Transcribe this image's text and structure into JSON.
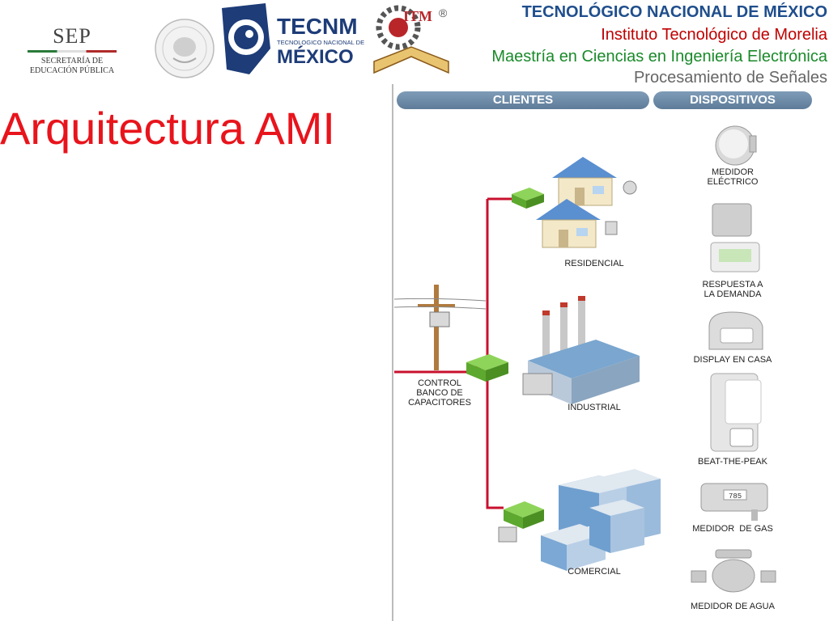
{
  "header": {
    "sep_logo": {
      "name": "SEP",
      "sub_line1": "SECRETARÍA DE",
      "sub_line2": "EDUCACIÓN PÚBLICA"
    },
    "tecnm_logo": {
      "line1": "TECNM",
      "line2": "TECNOLOGICO NACIONAL DE",
      "line3": "MÉXICO"
    },
    "itm_logo": {
      "text": "ITM"
    },
    "registered_mark": "®",
    "line1": "TECNOLÓGICO NACIONAL DE MÉXICO",
    "line2": "Instituto Tecnológico de Morelia",
    "line3": "Maestría en Ciencias en Ingeniería Electrónica",
    "line4": "Procesamiento de Señales",
    "colors": {
      "blue": "#1f4e8c",
      "red": "#c00000",
      "green": "#1a8a2a",
      "gray": "#666666"
    }
  },
  "slide": {
    "title": "Arquitectura AMI",
    "title_color": "#e8141c"
  },
  "diagram": {
    "clientes_label": "CLIENTES",
    "dispositivos_label": "DISPOSITIVOS",
    "clients": {
      "residencial": "RESIDENCIAL",
      "industrial": "INDUSTRIAL",
      "comercial": "COMERCIAL"
    },
    "control": {
      "line1": "CONTROL",
      "line2": "BANCO DE",
      "line3": "CAPACITORES"
    },
    "devices": [
      {
        "line1": "MEDIDOR",
        "line2": "ELÉCTRICO",
        "icon": "electric-meter-icon"
      },
      {
        "line1": "RESPUESTA A",
        "line2": "LA DEMANDA",
        "icon": "thermostat-icon"
      },
      {
        "line1": "DISPLAY EN CASA",
        "line2": "",
        "icon": "home-display-icon"
      },
      {
        "line1": "BEAT-THE-PEAK",
        "line2": "",
        "icon": "outlet-device-icon"
      },
      {
        "line1": "MEDIDOR  DE GAS",
        "line2": "",
        "icon": "gas-meter-icon"
      },
      {
        "line1": "MEDIDOR DE AGUA",
        "line2": "",
        "icon": "water-meter-icon"
      }
    ],
    "gas_meter_reading": "785",
    "colors": {
      "network_line": "#c8102e",
      "module_green": "#6cbf3a",
      "pill": "#6a88a6"
    }
  }
}
